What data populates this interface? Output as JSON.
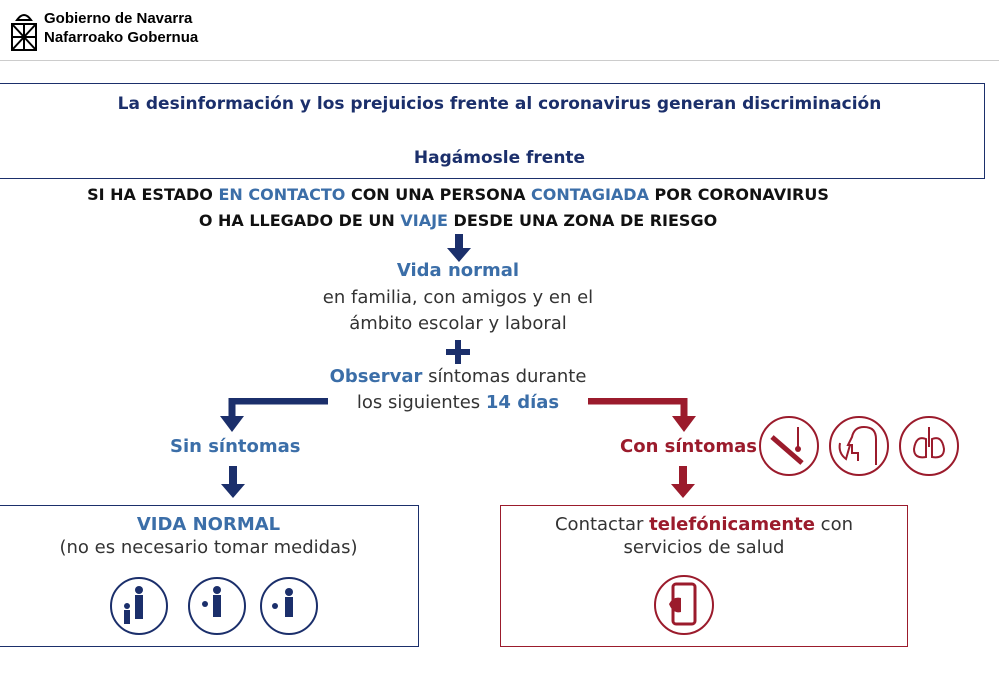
{
  "header": {
    "line1": "Gobierno de Navarra",
    "line2": "Nafarroako Gobernua"
  },
  "banner": {
    "title": "La desinformación y los prejuicios frente al coronavirus generan discriminación",
    "subtitle": "Hagámosle frente"
  },
  "intro": {
    "l1a": "SI HA ESTADO ",
    "l1b": "EN CONTACTO",
    "l1c": " CON UNA PERSONA ",
    "l1d": "CONTAGIADA",
    "l1e": " POR CORONAVIRUS",
    "l2a": "O HA LLEGADO DE UN ",
    "l2b": "VIAJE",
    "l2c": " DESDE UNA ZONA DE RIESGO"
  },
  "vida": {
    "title": "Vida normal",
    "l1": "en familia, con amigos y en el",
    "l2": "ámbito escolar y laboral"
  },
  "observe": {
    "a": "Observar",
    "b": " síntomas durante",
    "c": "los siguientes ",
    "d": "14 días"
  },
  "sin": {
    "label": "Sin síntomas",
    "title": "VIDA NORMAL",
    "text": "(no es necesario tomar medidas)"
  },
  "con": {
    "label": "Con síntomas",
    "a": "Contactar ",
    "b": "telefónicamente",
    "c": " con",
    "l2": "servicios de salud"
  },
  "colors": {
    "navy": "#1b2f6b",
    "blue": "#3b6ea8",
    "red": "#9b1b2c"
  }
}
